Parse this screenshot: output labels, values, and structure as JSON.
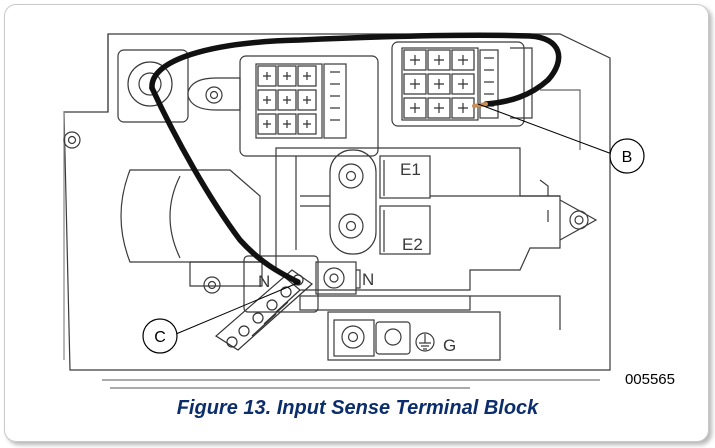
{
  "figure": {
    "caption": "Figure 13. Input Sense Terminal Block",
    "id_code": "005565"
  },
  "callouts": {
    "b": "B",
    "c": "C"
  },
  "labels": {
    "e1": "E1",
    "e2": "E2",
    "n_left": "N",
    "n_right": "N",
    "g": "G"
  },
  "colors": {
    "caption": "#0b2d6b",
    "line_art": "#2a2a2a",
    "wire": "#111111",
    "copper": "#c98c55"
  }
}
